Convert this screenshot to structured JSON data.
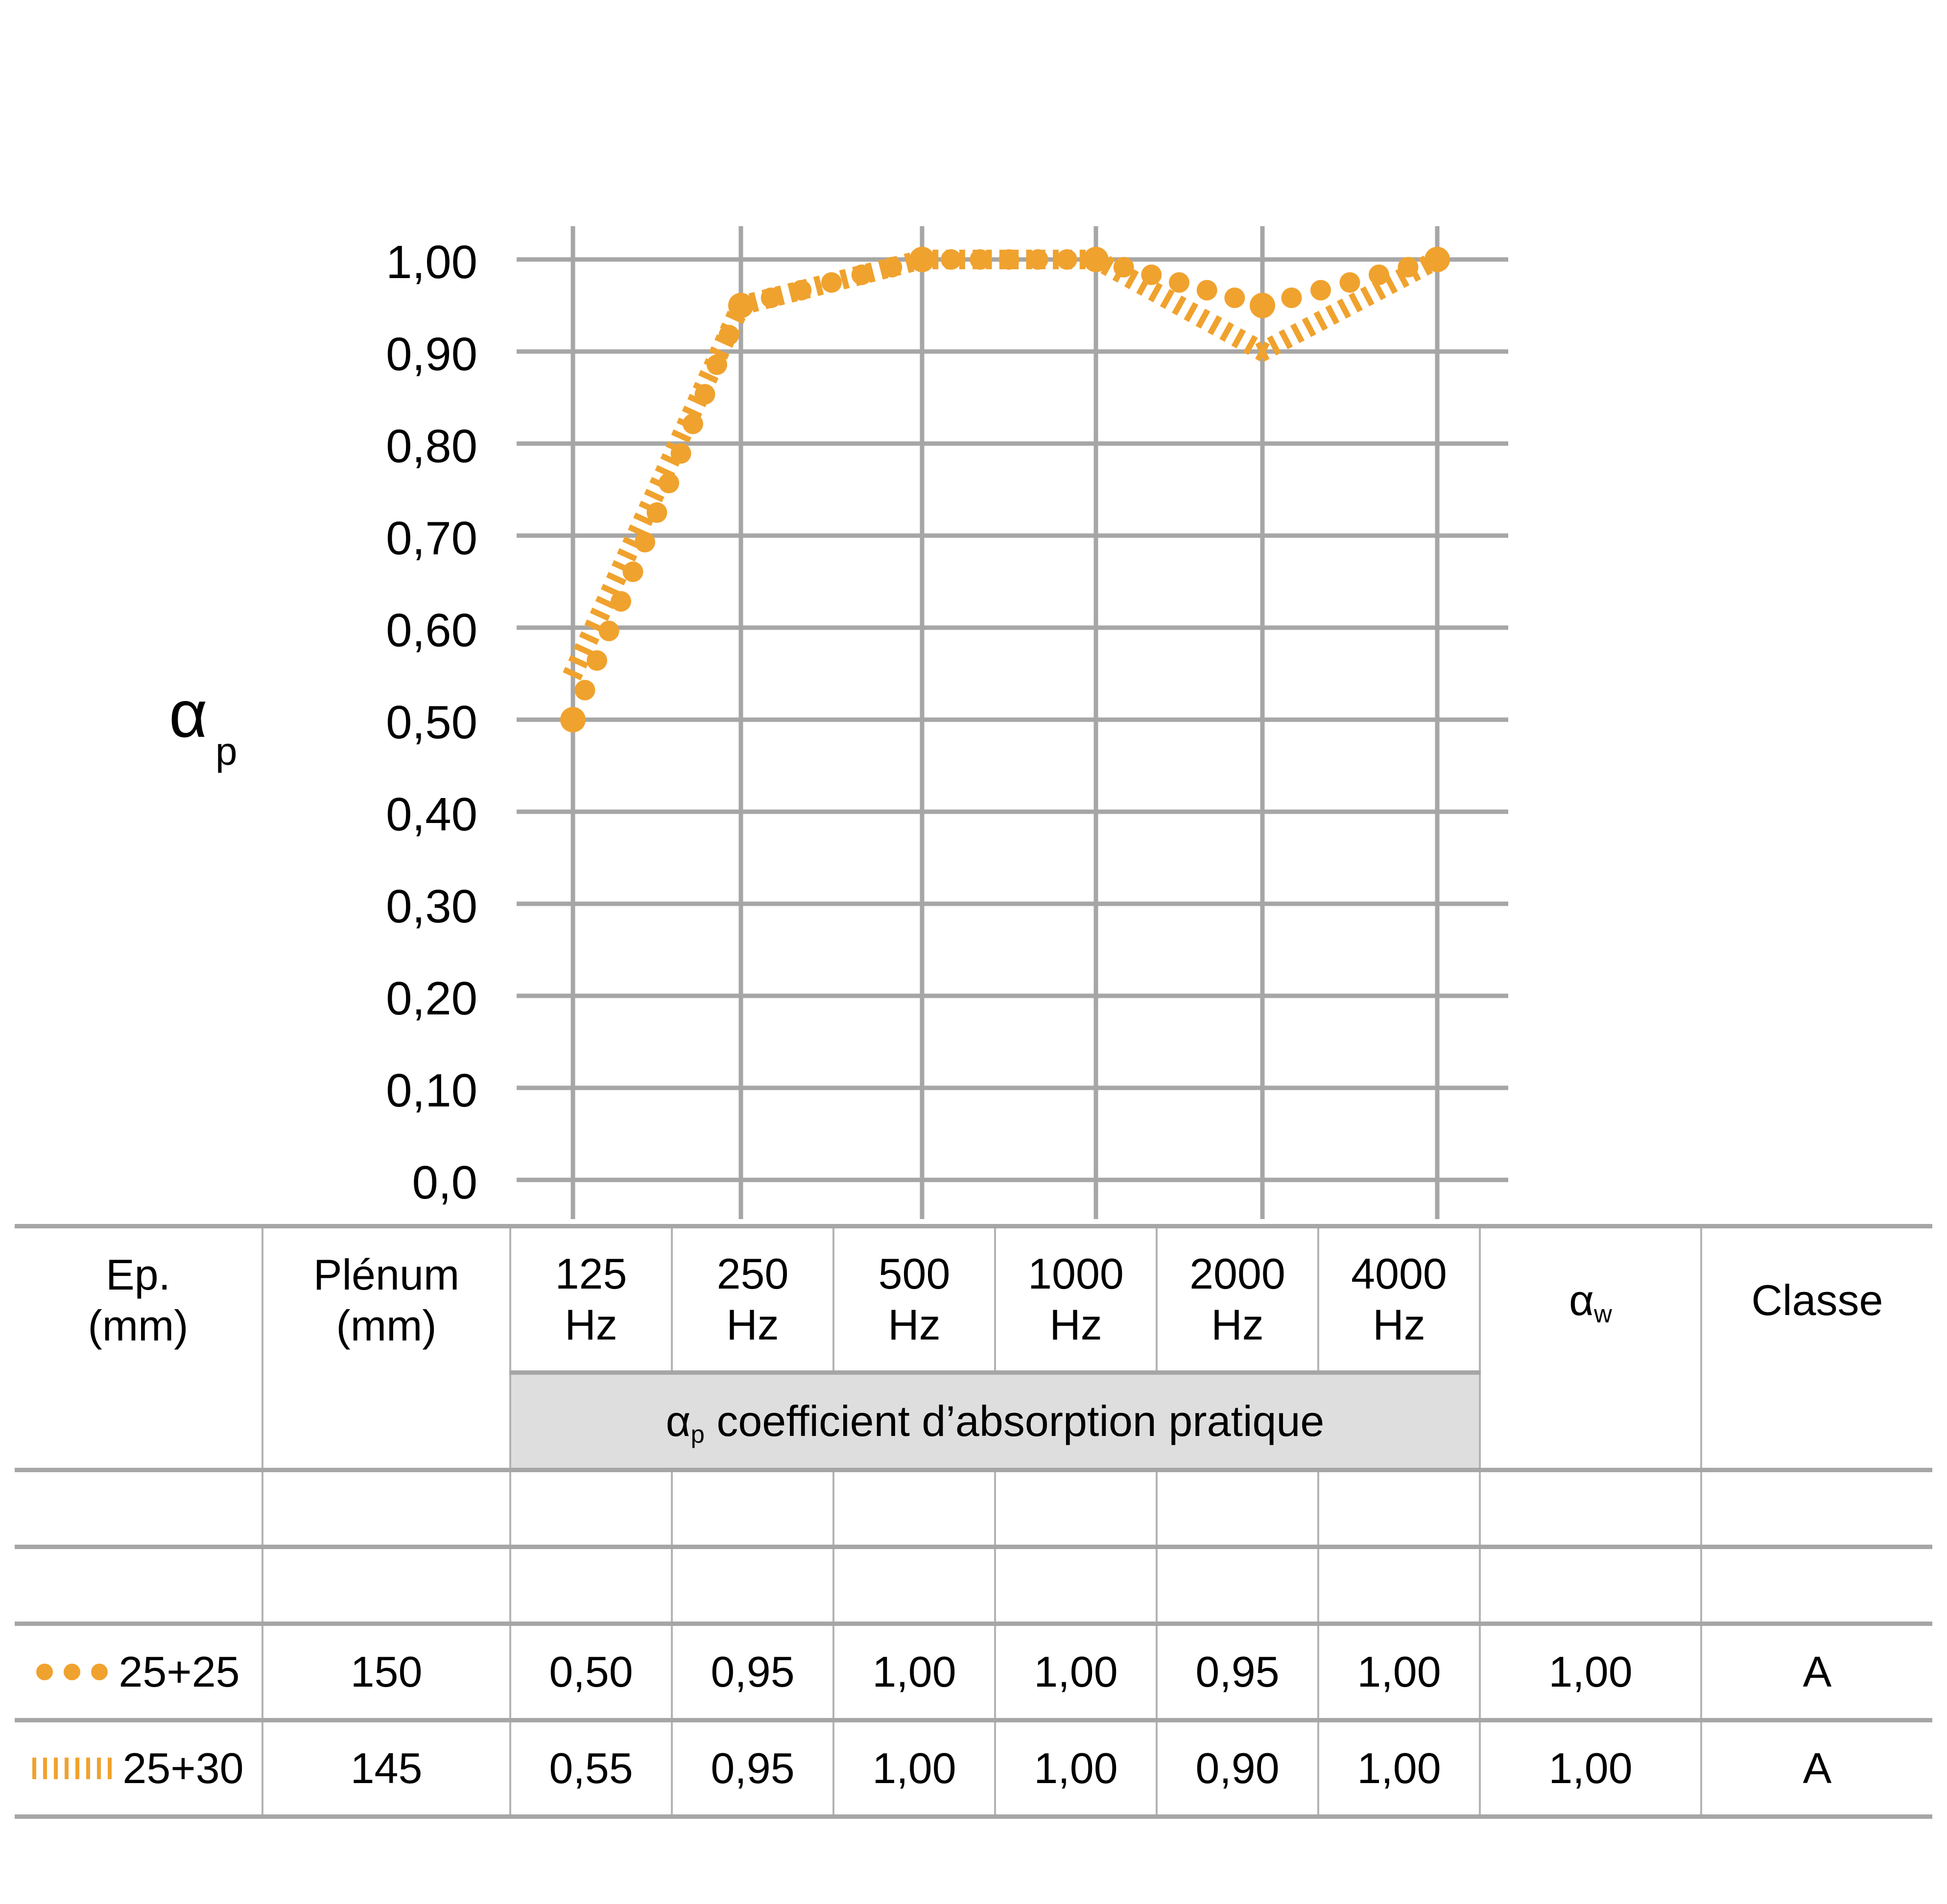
{
  "chart_data": {
    "type": "line",
    "title": "",
    "xlabel": "",
    "ylabel": "αp",
    "ylabel_main": "α",
    "ylabel_sub": "p",
    "categories": [
      "125 Hz",
      "250 Hz",
      "500 Hz",
      "1000 Hz",
      "2000 Hz",
      "4000 Hz"
    ],
    "x_values": [
      125,
      250,
      500,
      1000,
      2000,
      4000
    ],
    "ylim": [
      0.0,
      1.0
    ],
    "ytick_labels": [
      "1,00",
      "0,90",
      "0,80",
      "0,70",
      "0,60",
      "0,50",
      "0,40",
      "0,30",
      "0,20",
      "0,10",
      "0,0"
    ],
    "ytick_values": [
      1.0,
      0.9,
      0.8,
      0.7,
      0.6,
      0.5,
      0.4,
      0.3,
      0.2,
      0.1,
      0.0
    ],
    "grid": true,
    "legend_position": "table",
    "series": [
      {
        "name": "25+25",
        "marker": "dotted",
        "color": "#f0a22e",
        "values": [
          0.5,
          0.95,
          1.0,
          1.0,
          0.95,
          1.0
        ]
      },
      {
        "name": "25+30",
        "marker": "hatched",
        "color": "#f0a22e",
        "values": [
          0.55,
          0.95,
          1.0,
          1.0,
          0.9,
          1.0
        ]
      }
    ]
  },
  "table": {
    "headers": [
      {
        "l1": "Ep.",
        "l2": "(mm)"
      },
      {
        "l1": "Plénum",
        "l2": "(mm)"
      },
      {
        "l1": "125",
        "l2": "Hz"
      },
      {
        "l1": "250",
        "l2": "Hz"
      },
      {
        "l1": "500",
        "l2": "Hz"
      },
      {
        "l1": "1000",
        "l2": "Hz"
      },
      {
        "l1": "2000",
        "l2": "Hz"
      },
      {
        "l1": "4000",
        "l2": "Hz"
      }
    ],
    "header_alpha_w": {
      "main": "α",
      "sub": "w"
    },
    "header_classe": "Classe",
    "band_label": {
      "main": "α",
      "sub": "p",
      "rest": " coefficient d’absorption pratique"
    },
    "rows": [
      {
        "legend_type": "dots",
        "ep": "25+25",
        "plenum": "150",
        "values": [
          "0,50",
          "0,95",
          "1,00",
          "1,00",
          "0,95",
          "1,00"
        ],
        "alpha_w": "1,00",
        "classe": "A"
      },
      {
        "legend_type": "hatch",
        "ep": "25+30",
        "plenum": "145",
        "values": [
          "0,55",
          "0,95",
          "1,00",
          "1,00",
          "0,90",
          "1,00"
        ],
        "alpha_w": "1,00",
        "classe": "A"
      }
    ]
  },
  "colors": {
    "accent_orange": "#f0a22e",
    "grid_gray": "#a6a6a6",
    "band_gray": "#dedede",
    "cell_border": "#b3b3b3"
  }
}
